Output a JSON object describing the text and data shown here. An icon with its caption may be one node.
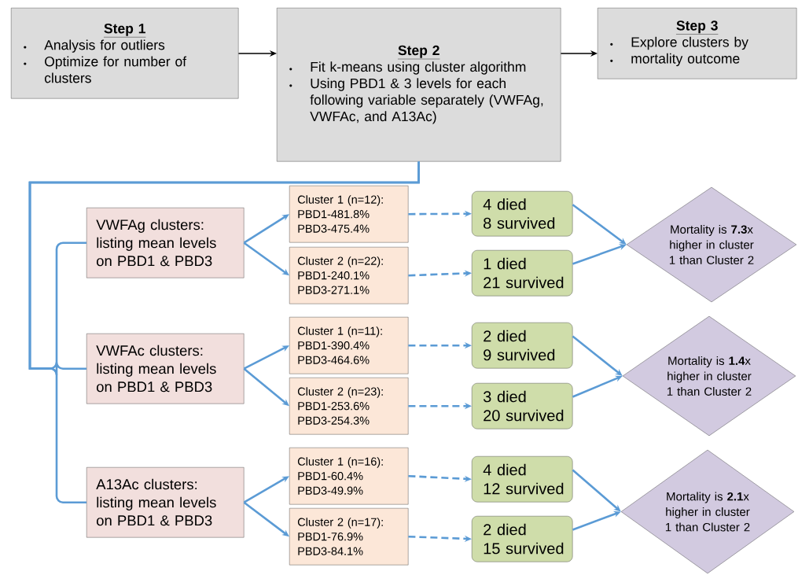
{
  "diagram": {
    "nodes": [
      {
        "text": [
          "Step 1",
          "Analysis for outliers",
          "Optimize for number of clusters"
        ]
      },
      {
        "text": [
          "Step 2",
          "Fit k-means using cluster algorithm",
          "Using PBD1 & 3 levels for each following variable separately (VWFAg, VWFAc, and A13Ac)"
        ]
      },
      {
        "text": [
          "Step 3",
          "Explore clusters by",
          "mortality outcome"
        ]
      },
      {
        "text": [
          "VWFAg clusters: listing mean levels on PBD1 & PBD3"
        ]
      },
      {
        "text": [
          "VWFAc clusters: listing mean levels on PBD1 & PBD3"
        ]
      },
      {
        "text": [
          "A13Ac clusters: listing mean levels on PBD1 & PBD3"
        ]
      },
      {
        "text": [
          "Cluster 1 (n=12):",
          "PBD1-481.8%",
          "PBD3-475.4%"
        ]
      },
      {
        "text": [
          "Cluster 2 (n=22):",
          "PBD1-240.1%",
          "PBD3-271.1%"
        ]
      },
      {
        "text": [
          "Cluster 1 (n=11):",
          "PBD1-390.4%",
          "PBD3-464.6%"
        ]
      },
      {
        "text": [
          "Cluster 2 (n=23):",
          "PBD1-253.6%",
          "PBD3-254.3%"
        ]
      },
      {
        "text": [
          "Cluster 1 (n=16):",
          "PBD1-60.4%",
          "PBD3-49.9%"
        ]
      },
      {
        "text": [
          "Cluster 2 (n=17):",
          "PBD1-76.9%",
          "PBD3-84.1%"
        ]
      },
      {
        "text": [
          "4 died",
          "8 survived"
        ]
      },
      {
        "text": [
          "1 died",
          "21 survived"
        ]
      },
      {
        "text": [
          "2 died",
          "9 survived"
        ]
      },
      {
        "text": [
          "3 died",
          "20 survived"
        ]
      },
      {
        "text": [
          "4 died",
          "12 survived"
        ]
      },
      {
        "text": [
          "2 died",
          "15 survived"
        ]
      },
      {
        "text": [
          "Mortality is **7.3**x higher in cluster 1 than Cluster 2"
        ]
      },
      {
        "text": [
          "Mortality is **1.4**x higher in cluster 1 than Cluster 2"
        ]
      },
      {
        "text": [
          "Mortality is **2.1**x higher in cluster 1 than Cluster 2"
        ]
      }
    ],
    "edges": [
      {
        "from": 0,
        "to": 1,
        "arrow": "to",
        "color": "#000000"
      },
      {
        "from": 1,
        "to": 2,
        "arrow": "to",
        "color": "#000000"
      },
      {
        "from": 1,
        "to": 3,
        "arrow": "none"
      },
      {
        "from": 1,
        "to": 4,
        "arrow": "none"
      },
      {
        "from": 1,
        "to": 5,
        "arrow": "none"
      },
      {
        "from": 3,
        "to": 6,
        "arrow": "to"
      },
      {
        "from": 3,
        "to": 7,
        "arrow": "to"
      },
      {
        "from": 4,
        "to": 8,
        "arrow": "to"
      },
      {
        "from": 4,
        "to": 9,
        "arrow": "to"
      },
      {
        "from": 5,
        "to": 10,
        "arrow": "to"
      },
      {
        "from": 5,
        "to": 11,
        "arrow": "to"
      },
      {
        "from": 6,
        "to": 12,
        "arrow": "to",
        "style": "dashed"
      },
      {
        "from": 7,
        "to": 13,
        "arrow": "to",
        "style": "dashed"
      },
      {
        "from": 8,
        "to": 14,
        "arrow": "to",
        "style": "dashed"
      },
      {
        "from": 9,
        "to": 15,
        "arrow": "to",
        "style": "dashed"
      },
      {
        "from": 10,
        "to": 16,
        "arrow": "to",
        "style": "dashed"
      },
      {
        "from": 11,
        "to": 17,
        "arrow": "to",
        "style": "dashed"
      },
      {
        "from": 12,
        "to": 18,
        "arrow": "to"
      },
      {
        "from": 13,
        "to": 18,
        "arrow": "to"
      },
      {
        "from": 14,
        "to": 19,
        "arrow": "to"
      },
      {
        "from": 15,
        "to": 19,
        "arrow": "to"
      },
      {
        "from": 16,
        "to": 20,
        "arrow": "to"
      },
      {
        "from": 17,
        "to": 20,
        "arrow": "to"
      }
    ]
  }
}
